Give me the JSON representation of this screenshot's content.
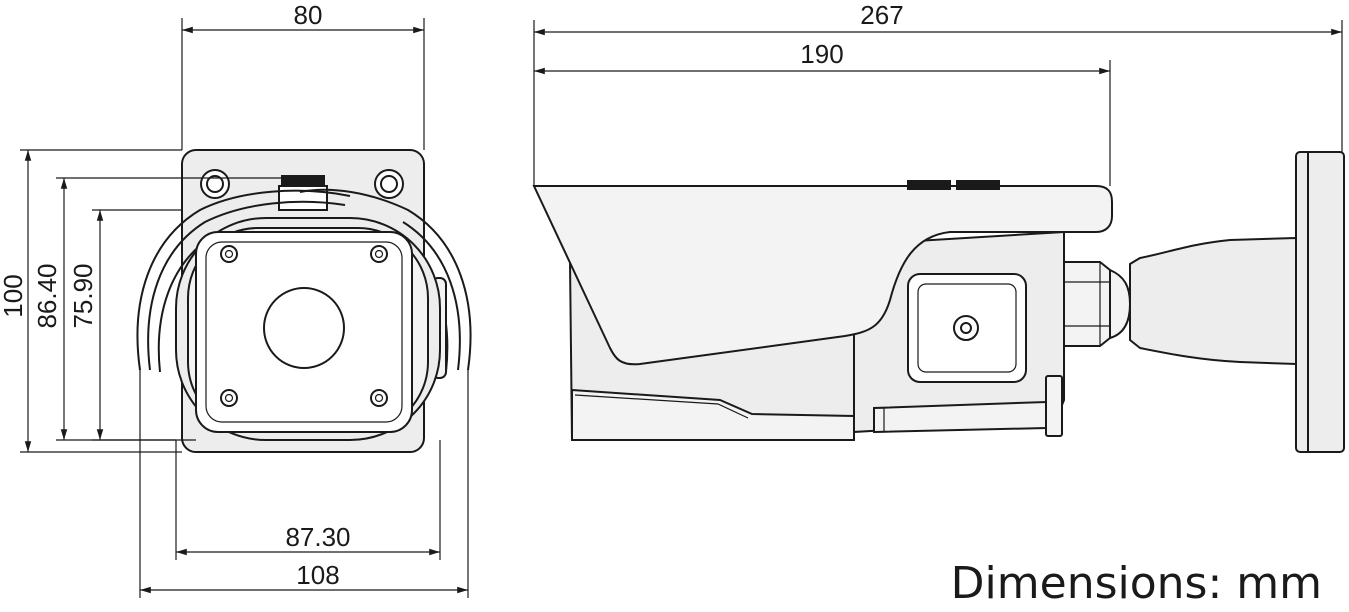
{
  "drawing": {
    "caption": "Dimensions: mm",
    "front_view": {
      "dims": {
        "width_top": "80",
        "height_total": "100",
        "height_mid": "86.40",
        "height_inner": "75.90",
        "width_inner": "87.30",
        "width_total": "108"
      }
    },
    "side_view": {
      "dims": {
        "length_total": "267",
        "length_body": "190"
      }
    }
  }
}
